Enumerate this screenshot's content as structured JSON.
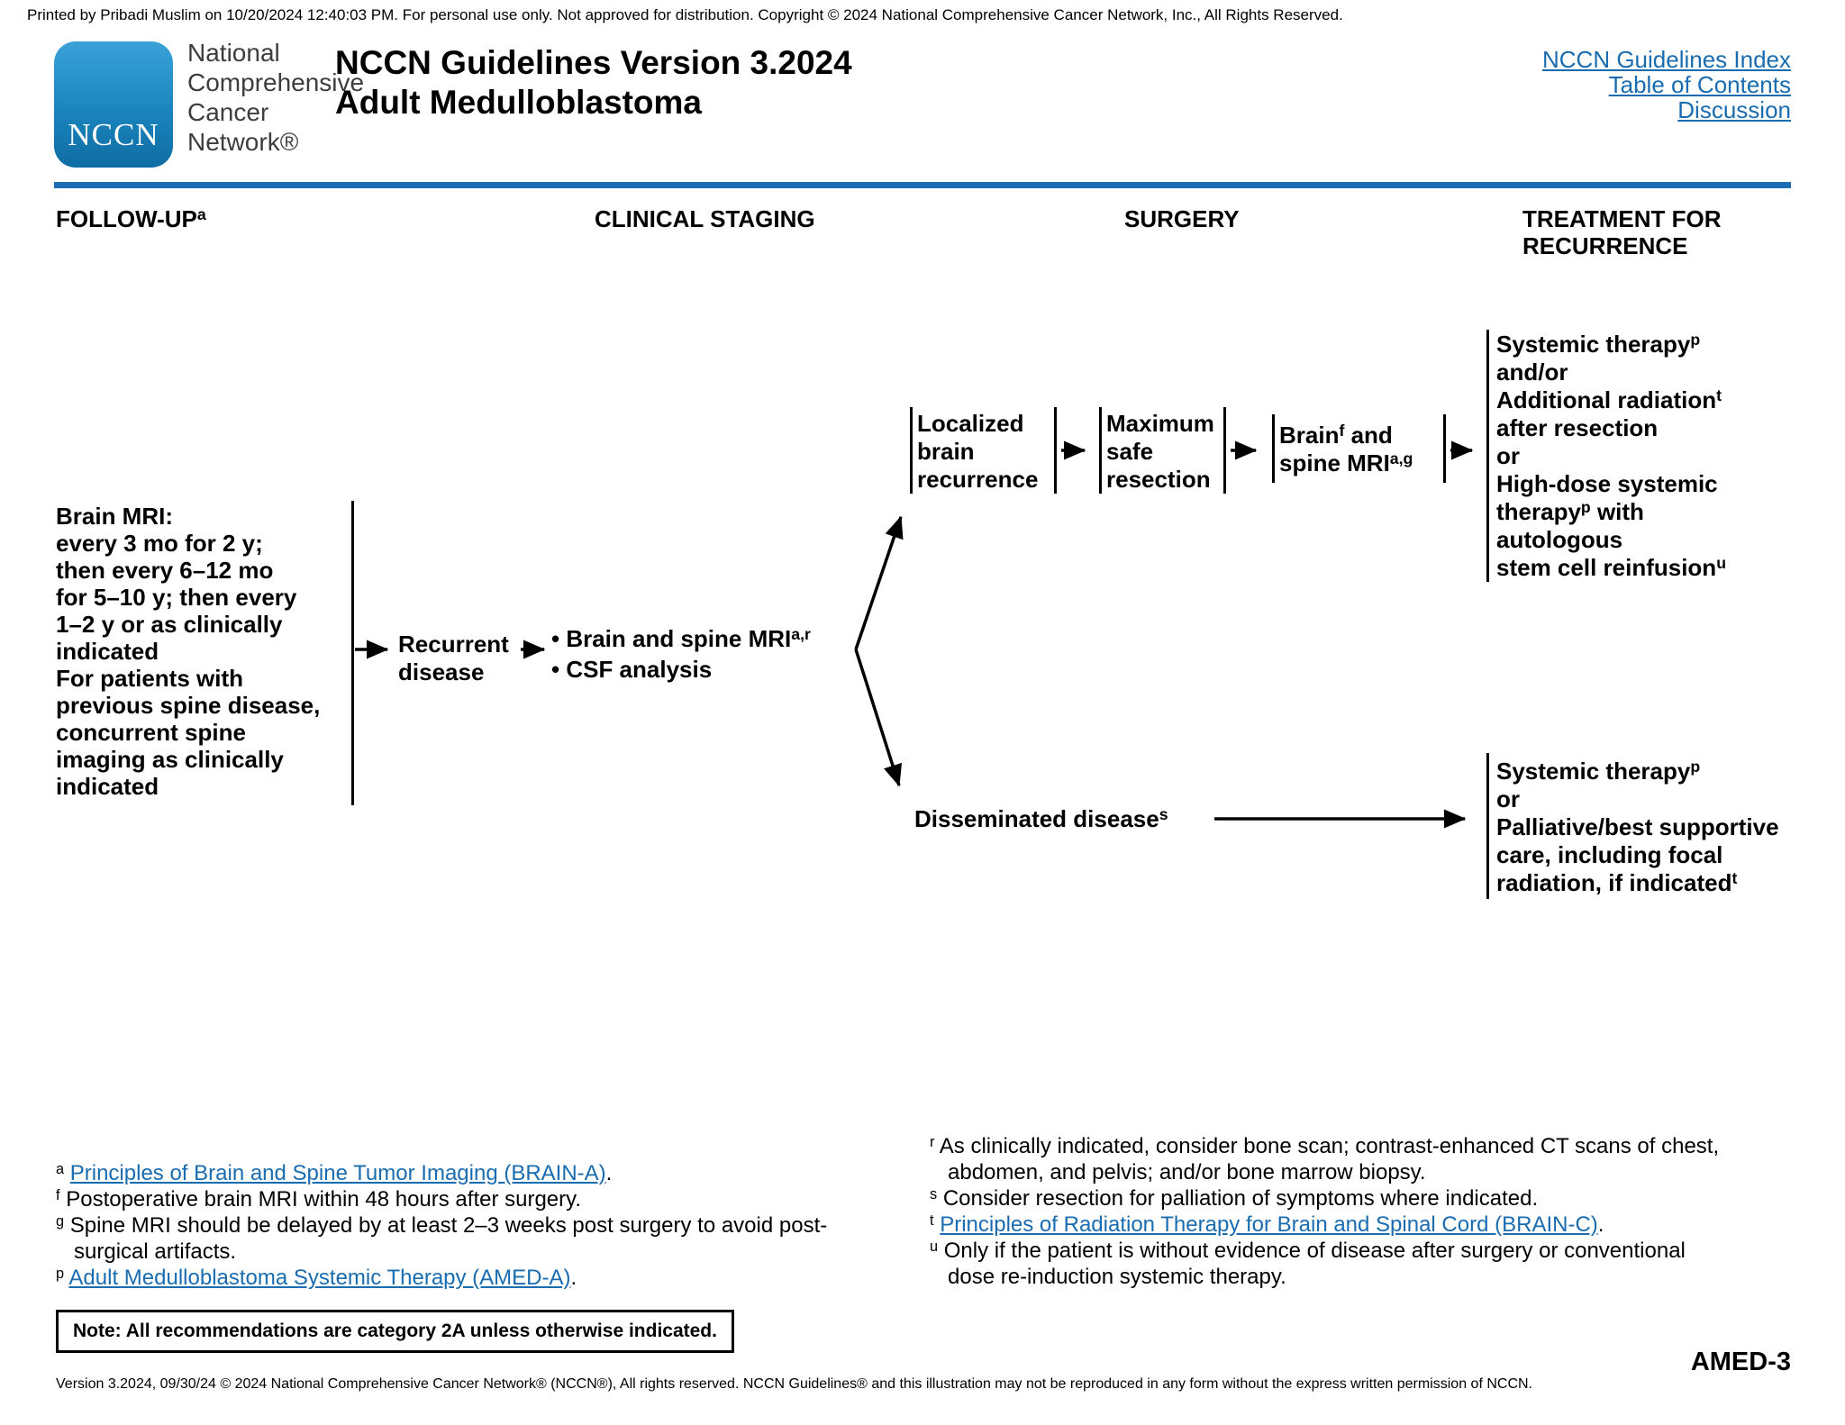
{
  "printed_notice": "Printed by Pribadi Muslim on 10/20/2024 12:40:03 PM. For personal use only. Not approved for distribution. Copyright © 2024 National Comprehensive Cancer Network, Inc., All Rights Reserved.",
  "header": {
    "logo_text": "NCCN",
    "org_lines": [
      "National",
      "Comprehensive",
      "Cancer",
      "Network®"
    ],
    "title_line1": "NCCN Guidelines Version 3.2024",
    "title_line2": "Adult Medulloblastoma",
    "links": [
      "NCCN Guidelines Index",
      "Table of Contents",
      "Discussion"
    ]
  },
  "columns": {
    "followup": [
      "FOLLOW-UP^a"
    ],
    "staging": [
      "CLINICAL STAGING"
    ],
    "surgery": [
      "SURGERY"
    ],
    "treatment": [
      "TREATMENT FOR",
      "RECURRENCE"
    ]
  },
  "flowchart": {
    "followup_block": [
      "Brain MRI:",
      "every 3 mo for 2 y;",
      "then every 6–12 mo",
      "for 5–10 y; then every",
      "1–2 y or as clinically",
      "indicated",
      "For patients with",
      "previous spine disease,",
      "concurrent spine",
      "imaging as clinically",
      "indicated"
    ],
    "recurrent_disease": [
      "Recurrent",
      "disease"
    ],
    "workup": [
      "• Brain and spine MRI^a,r",
      "• CSF analysis"
    ],
    "localized_node": [
      "Localized",
      "brain",
      "recurrence"
    ],
    "resection_node": [
      "Maximum",
      "safe",
      "resection"
    ],
    "mri_node": [
      "Brain^f and",
      "spine MRI^a,g"
    ],
    "treatment_top": [
      "Systemic therapy^p",
      "and/or",
      "Additional radiation^t",
      "after resection",
      "or",
      "High-dose systemic",
      "therapy^p with",
      "autologous",
      "stem cell reinfusion^u"
    ],
    "disseminated_label": "Disseminated disease^s",
    "treatment_bottom": [
      "Systemic therapy^p",
      "or",
      "Palliative/best supportive",
      "care, including focal",
      "radiation, if indicated^t"
    ]
  },
  "footnotes": {
    "left": [
      "^a [[Principles of Brain and Spine Tumor Imaging (BRAIN-A)]].",
      "^f Postoperative brain MRI within 48 hours after surgery.",
      "^g Spine MRI should be delayed by at least 2–3 weeks post surgery to avoid post-",
      "   surgical artifacts.",
      "^p [[Adult Medulloblastoma Systemic Therapy (AMED-A)]]."
    ],
    "right": [
      "^r As clinically indicated, consider bone scan; contrast-enhanced CT scans of chest,",
      "   abdomen, and pelvis; and/or bone marrow biopsy.",
      "^s Consider resection for palliation of symptoms where indicated.",
      "^t [[Principles of Radiation Therapy for Brain and Spinal Cord (BRAIN-C)]].",
      "^u Only if the patient is without evidence of disease after surgery or conventional",
      "   dose re-induction systemic therapy."
    ]
  },
  "note": "Note: All recommendations are category 2A unless otherwise indicated.",
  "footer": {
    "version_line": "Version 3.2024, 09/30/24 © 2024 National Comprehensive Cancer Network® (NCCN®), All rights reserved. NCCN Guidelines® and this illustration may not be reproduced in any form without the express written permission of NCCN.",
    "page_label": "AMED-3"
  },
  "colors": {
    "link_blue": "#1a6cb0",
    "rule_blue": "#1e6cb2",
    "logo_blue_top": "#3aa2d9",
    "logo_blue_bottom": "#0f6da3"
  }
}
